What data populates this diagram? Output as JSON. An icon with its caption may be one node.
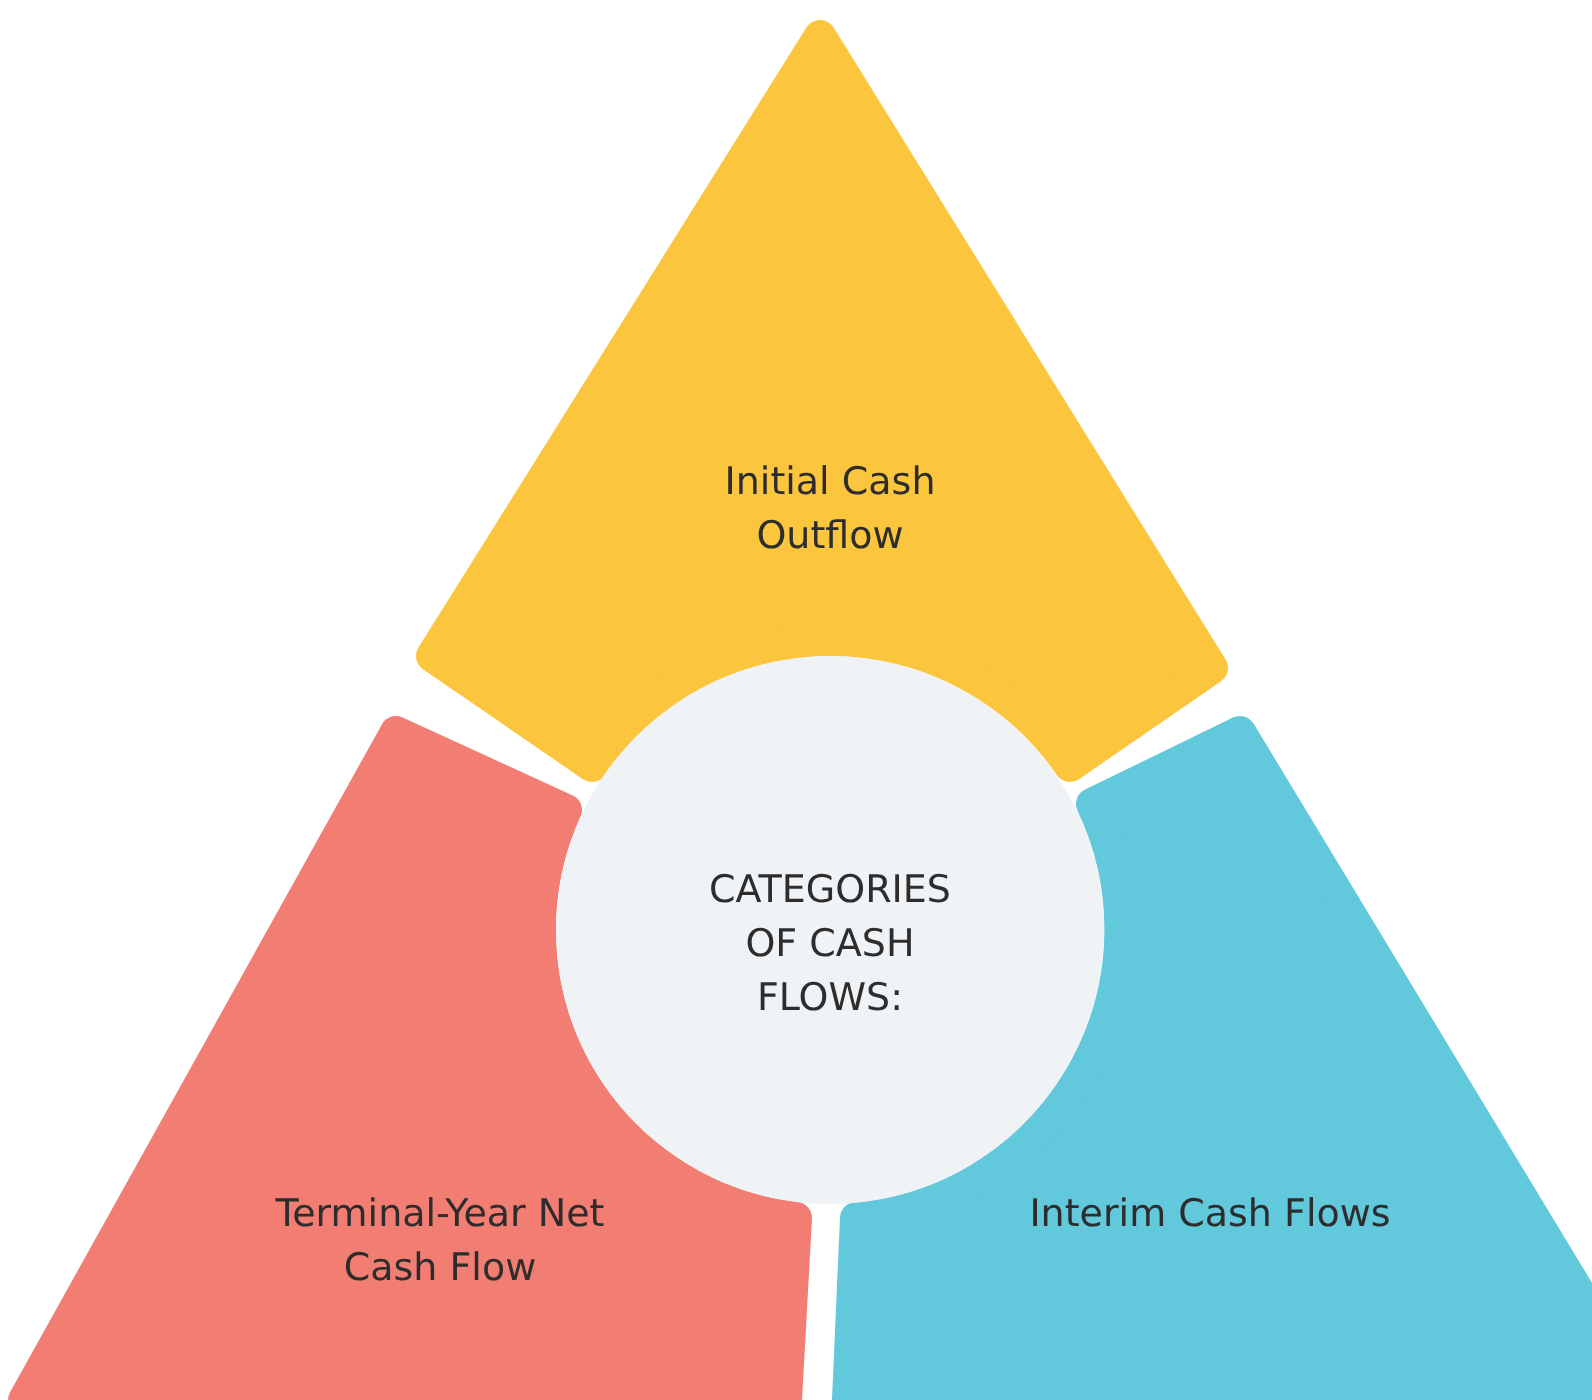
{
  "diagram": {
    "nodes": [
      {
        "text": [
          "Initial Cash Outflow"
        ]
      },
      {
        "text": [
          "CATEGORIES OF CASH FLOWS:"
        ]
      },
      {
        "text": [
          "Terminal-Year Net Cash Flow"
        ]
      },
      {
        "text": [
          "Interim Cash Flows"
        ]
      }
    ]
  }
}
